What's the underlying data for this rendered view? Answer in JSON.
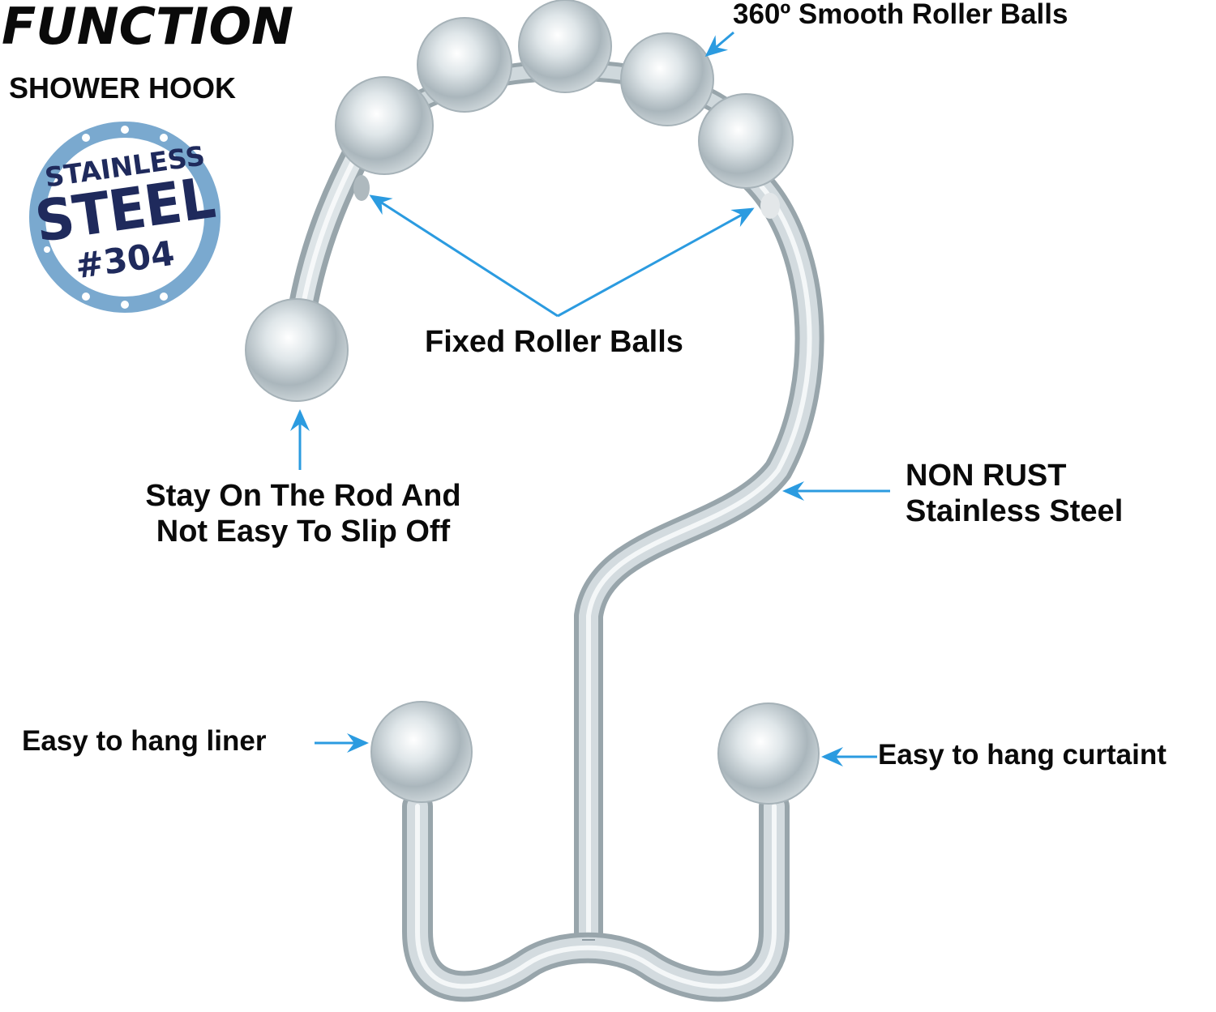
{
  "header": {
    "title": "FUNCTION",
    "subtitle": "SHOWER HOOK"
  },
  "badge": {
    "line1": "STAINLESS",
    "line2": "STEEL",
    "line3": "#304",
    "ring_color": "#7aa9cf",
    "text_color": "#1f2a5c"
  },
  "callouts": {
    "smooth_roller": "360º Smooth Roller Balls",
    "fixed_roller": "Fixed Roller Balls",
    "stay_on_rod_line1": "Stay On The Rod And",
    "stay_on_rod_line2": "Not Easy To Slip Off",
    "non_rust_line1": "NON RUST",
    "non_rust_line2": "Stainless Steel",
    "hang_liner": "Easy to hang liner",
    "hang_curtain": "Easy to hang curtaint"
  },
  "colors": {
    "arrow": "#2b9be0",
    "metal_light": "#e6ebee",
    "metal_mid": "#b9c4c9",
    "metal_dark": "#8f9ca3",
    "text": "#0a0a0a"
  }
}
